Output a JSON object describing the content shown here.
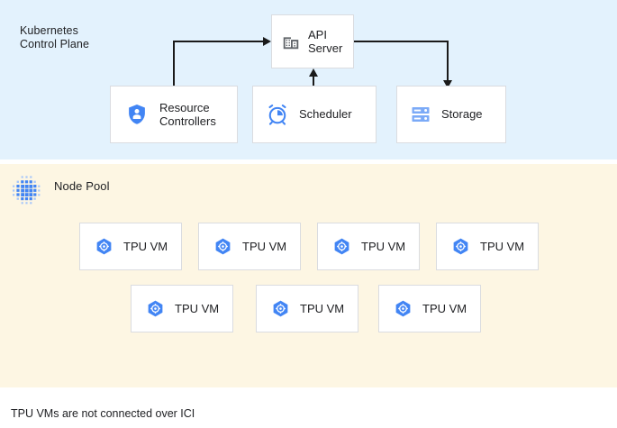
{
  "diagram": {
    "caption": "TPU VMs are not connected over ICI",
    "colors": {
      "control_plane_bg": "#e3f2fd",
      "node_pool_bg": "#fdf6e3",
      "box_bg": "#ffffff",
      "box_border": "#dadce0",
      "accent_blue": "#4285f4",
      "icon_gray": "#5f6368",
      "connector": "#1a1a1a",
      "text": "#202124"
    }
  },
  "control_plane": {
    "title": "Kubernetes\nControl Plane",
    "icon": "none",
    "nodes": {
      "api_server": {
        "label": "API\nServer",
        "icon": "building-icon"
      },
      "resource_controllers": {
        "label": "Resource\nControllers",
        "icon": "shield-person-icon"
      },
      "scheduler": {
        "label": "Scheduler",
        "icon": "alarm-clock-icon"
      },
      "storage": {
        "label": "Storage",
        "icon": "server-rack-icon"
      }
    },
    "connectors": [
      {
        "from": "resource_controllers",
        "to": "api_server",
        "direction": "right"
      },
      {
        "from": "scheduler",
        "to": "api_server",
        "direction": "up"
      },
      {
        "from": "api_server",
        "to": "storage",
        "direction": "down"
      }
    ]
  },
  "node_pool": {
    "title": "Node Pool",
    "icon": "dot-grid-icon",
    "rows": [
      {
        "vms": [
          {
            "label": "TPU VM",
            "icon": "hexagon-gear-icon"
          },
          {
            "label": "TPU VM",
            "icon": "hexagon-gear-icon"
          },
          {
            "label": "TPU VM",
            "icon": "hexagon-gear-icon"
          },
          {
            "label": "TPU VM",
            "icon": "hexagon-gear-icon"
          }
        ]
      },
      {
        "vms": [
          {
            "label": "TPU VM",
            "icon": "hexagon-gear-icon"
          },
          {
            "label": "TPU VM",
            "icon": "hexagon-gear-icon"
          },
          {
            "label": "TPU VM",
            "icon": "hexagon-gear-icon"
          }
        ]
      }
    ]
  }
}
